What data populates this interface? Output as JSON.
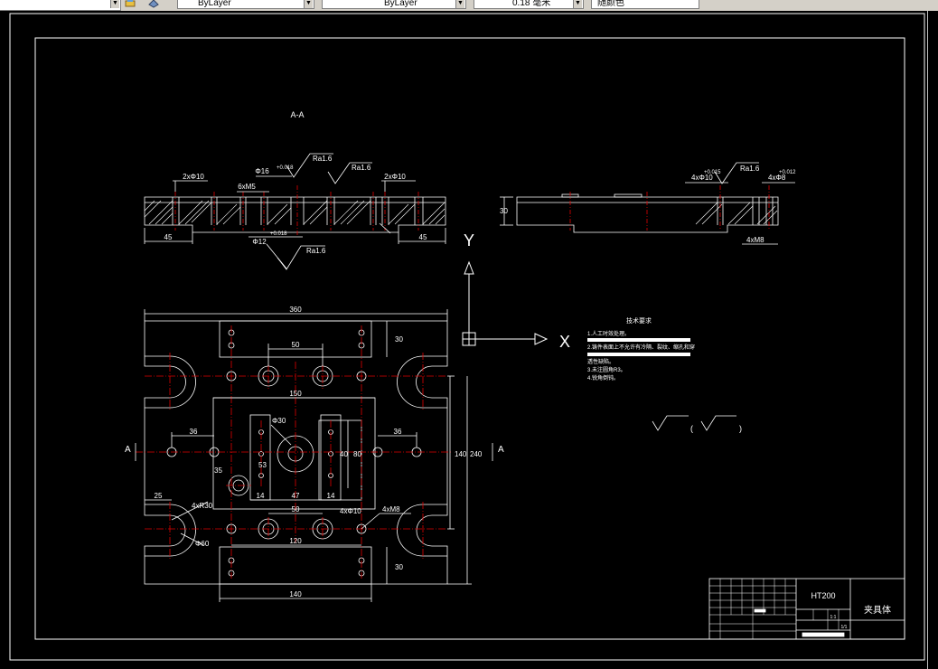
{
  "toolbar": {
    "layer_color": "ByLayer",
    "linetype": "ByLayer",
    "lineweight": "0.18 毫米",
    "plot_style": "随颜色"
  },
  "drawing": {
    "section_title": "A-A",
    "section_marker": "A",
    "roughness": "Ra1.6",
    "axis_y": "Y",
    "axis_x": "X",
    "sec_dims": {
      "pin_left": "2xΦ10",
      "pin_right": "2xΦ10",
      "hole_6": "6xM5",
      "hole_16": "Φ16",
      "hole_16_tol": "+0.018",
      "hole_12": "Φ12",
      "hole_12_tol": "+0.018",
      "left_45": "45",
      "right_45": "45"
    },
    "side_dims": {
      "thick": "30",
      "hole_4": "4xΦ10",
      "hole_4_tol": "+0.015",
      "hole_4b": "4xΦ8",
      "hole_4b_tol": "+0.012",
      "cbore": "4xM8"
    },
    "plan_dims": {
      "overall": "360",
      "top_50": "50",
      "mid_150": "150",
      "left_36": "36",
      "right_36": "36",
      "d_30": "Φ30",
      "c_53": "53",
      "c_14a": "14",
      "c_47": "47",
      "c_14b": "14",
      "c_80": "80",
      "c_40": "40",
      "h_140": "140",
      "h_240": "240",
      "r_25": "25",
      "r_30": "4xR30",
      "r_60": "Φ60",
      "d_35": "35",
      "bot_50": "50",
      "bot_120": "120",
      "bot_140": "140",
      "bolt": "4xΦ10",
      "bolt_note": "4xM8",
      "r_30b": "30",
      "top_30": "30",
      "bot_30": "30"
    },
    "tech_title": "技术要求",
    "tech_lines": [
      "1.人工时效处理。",
      "2.铸件表面上不允许有冷隔、裂纹、缩孔和穿",
      "透性缺陷。",
      "3.未注圆角R3。",
      "4.锐角倒钝。"
    ]
  },
  "title_block": {
    "material": "HT200",
    "part_name": "夹具体",
    "scale": "1:1",
    "sheet": "1/1"
  }
}
